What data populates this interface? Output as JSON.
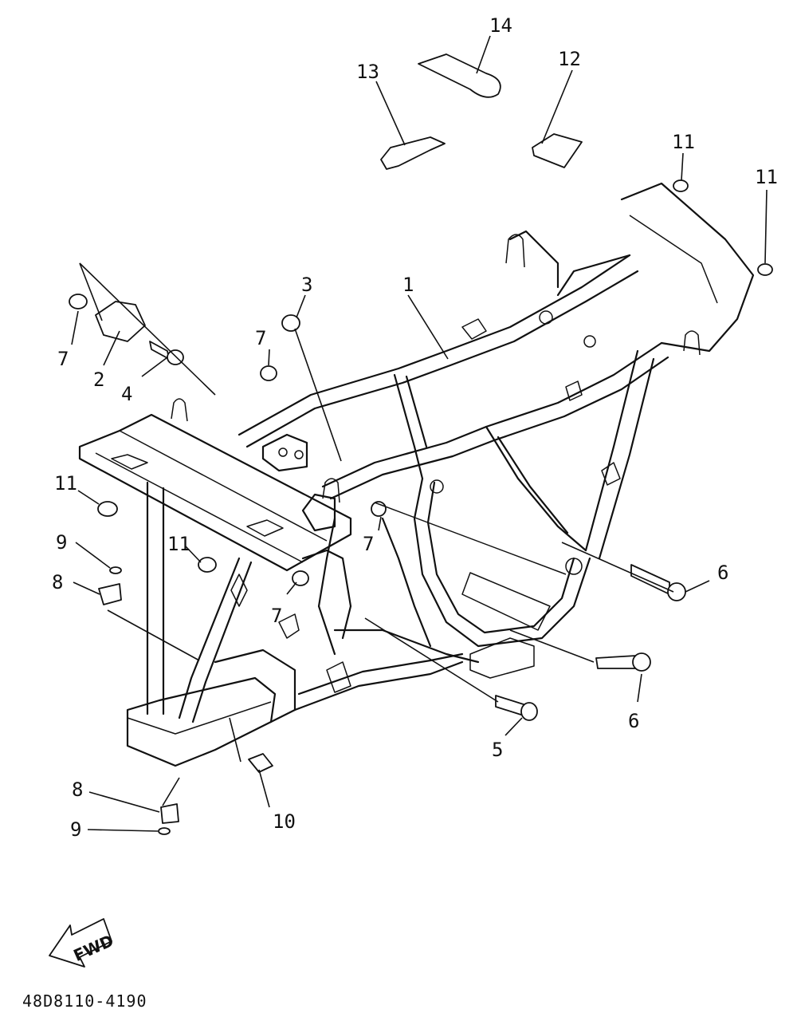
{
  "callouts": {
    "c1": "1",
    "c2": "2",
    "c3": "3",
    "c4": "4",
    "c5": "5",
    "c6a": "6",
    "c6b": "6",
    "c7a": "7",
    "c7b": "7",
    "c7c": "7",
    "c7d": "7",
    "c8a": "8",
    "c8b": "8",
    "c9a": "9",
    "c9b": "9",
    "c10": "10",
    "c11a": "11",
    "c11b": "11",
    "c11c": "11",
    "c11d": "11",
    "c12": "12",
    "c13": "13",
    "c14": "14"
  },
  "fwd_label": "FWD",
  "drawing_code": "48D8110-4190"
}
